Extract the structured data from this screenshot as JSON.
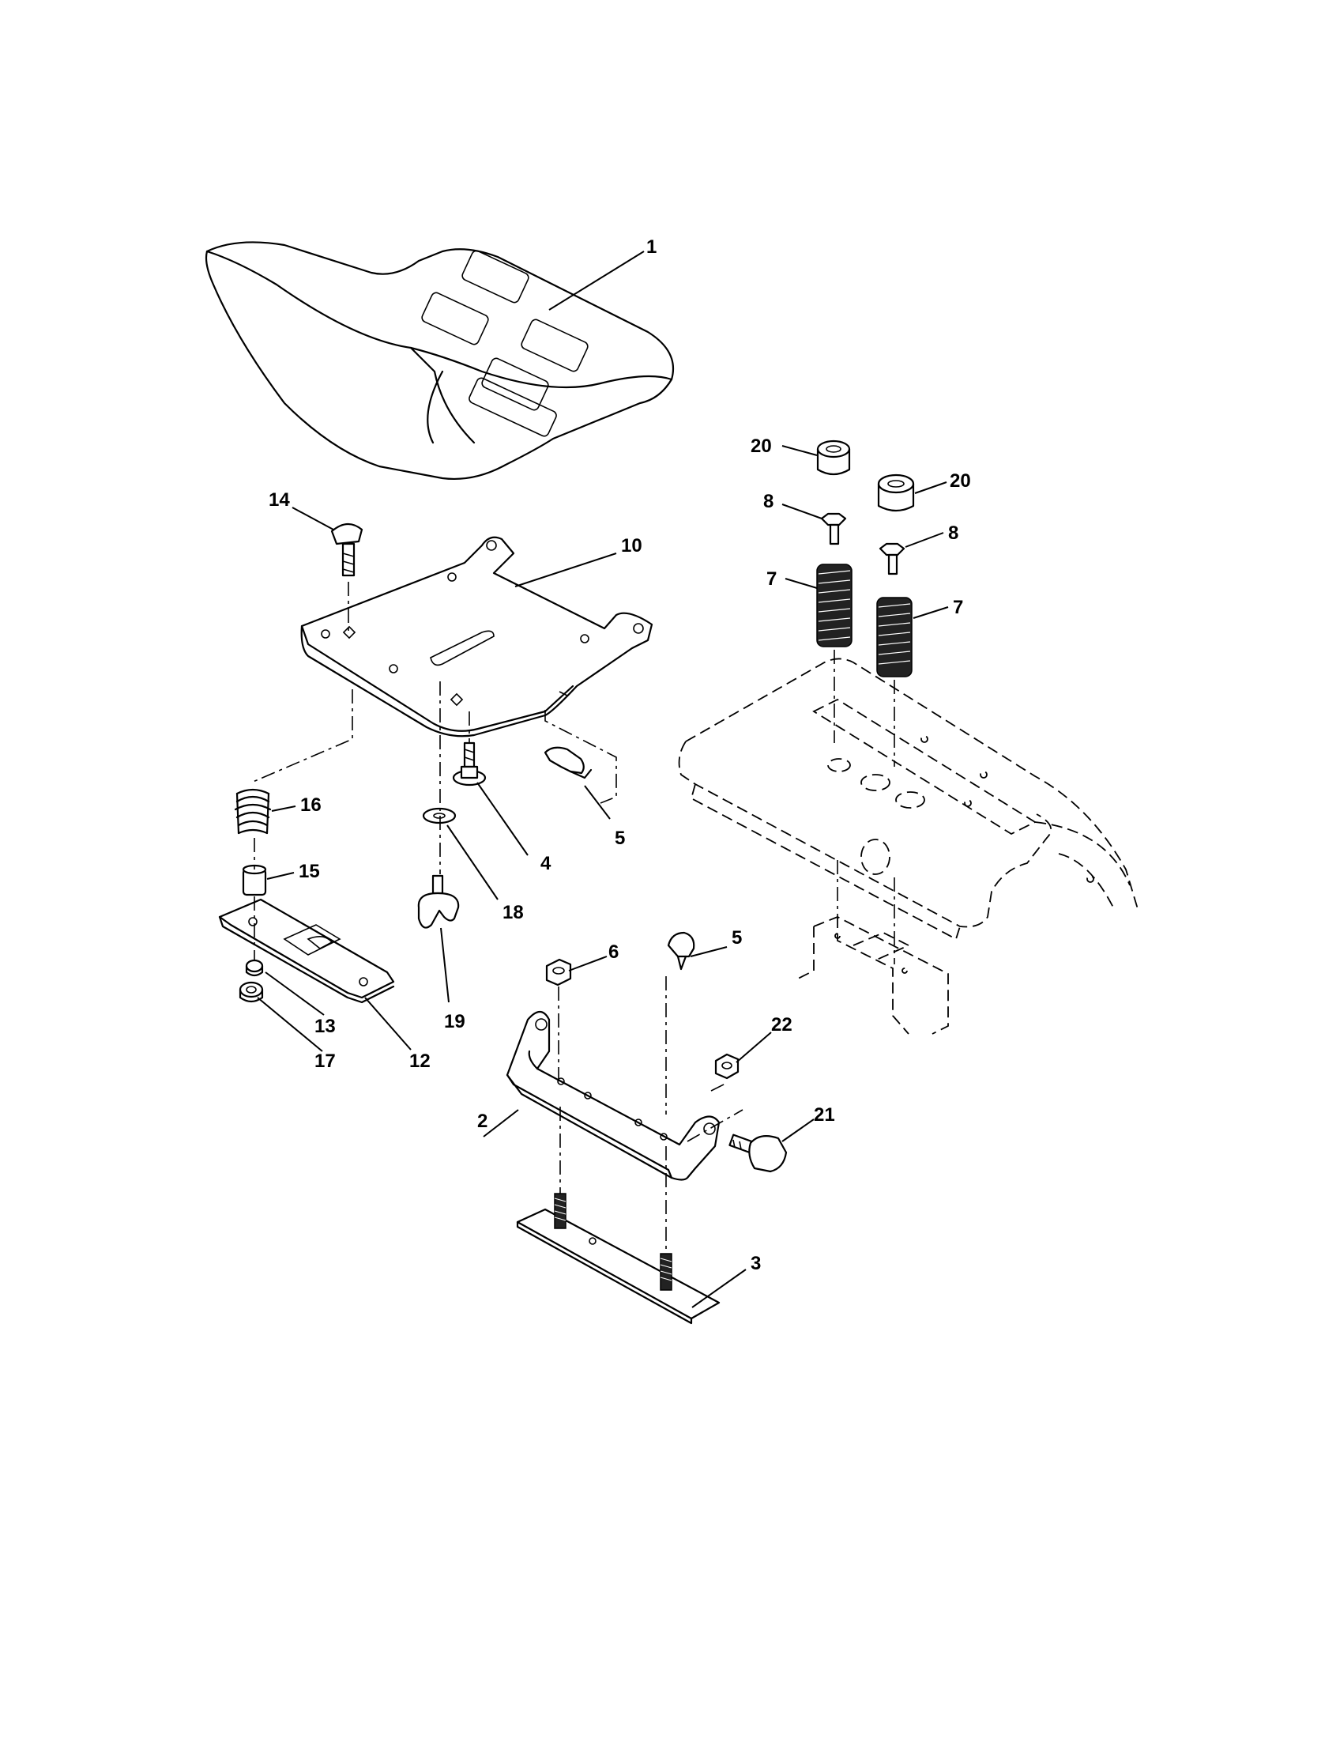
{
  "callouts": [
    {
      "id": "c1",
      "text": "1"
    },
    {
      "id": "c2",
      "text": "2"
    },
    {
      "id": "c3",
      "text": "3"
    },
    {
      "id": "c4",
      "text": "4"
    },
    {
      "id": "c5a",
      "text": "5"
    },
    {
      "id": "c5b",
      "text": "5"
    },
    {
      "id": "c6",
      "text": "6"
    },
    {
      "id": "c7a",
      "text": "7"
    },
    {
      "id": "c7b",
      "text": "7"
    },
    {
      "id": "c8a",
      "text": "8"
    },
    {
      "id": "c8b",
      "text": "8"
    },
    {
      "id": "c10",
      "text": "10"
    },
    {
      "id": "c12",
      "text": "12"
    },
    {
      "id": "c13",
      "text": "13"
    },
    {
      "id": "c14",
      "text": "14"
    },
    {
      "id": "c15",
      "text": "15"
    },
    {
      "id": "c16",
      "text": "16"
    },
    {
      "id": "c17",
      "text": "17"
    },
    {
      "id": "c18",
      "text": "18"
    },
    {
      "id": "c19",
      "text": "19"
    },
    {
      "id": "c20a",
      "text": "20"
    },
    {
      "id": "c20b",
      "text": "20"
    },
    {
      "id": "c21",
      "text": "21"
    },
    {
      "id": "c22",
      "text": "22"
    }
  ]
}
